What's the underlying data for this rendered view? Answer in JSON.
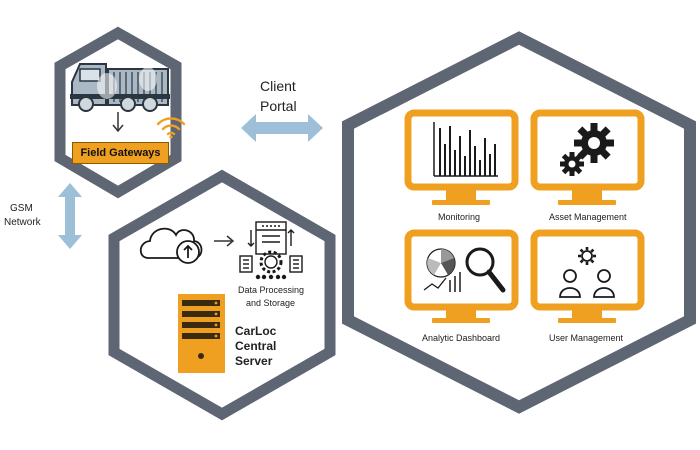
{
  "field_gateways": {
    "label": "Field Gateways"
  },
  "client_portal": {
    "line1": "Client",
    "line2": "Portal"
  },
  "gsm_network": {
    "line1": "GSM",
    "line2": "Network"
  },
  "data_processing": {
    "line1": "Data Processing",
    "line2": "and Storage"
  },
  "central_server": {
    "line1": "CarLoc",
    "line2": "Central",
    "line3": "Server"
  },
  "modules": {
    "monitoring": "Monitoring",
    "asset_management": "Asset Management",
    "analytic_dashboard": "Analytic Dashboard",
    "user_management": "User Management"
  },
  "colors": {
    "hex_border": "#5f6673",
    "accent_orange": "#f0a020",
    "arrow_blue": "#9dc0d8",
    "icon_dark": "#1a1a1a"
  }
}
